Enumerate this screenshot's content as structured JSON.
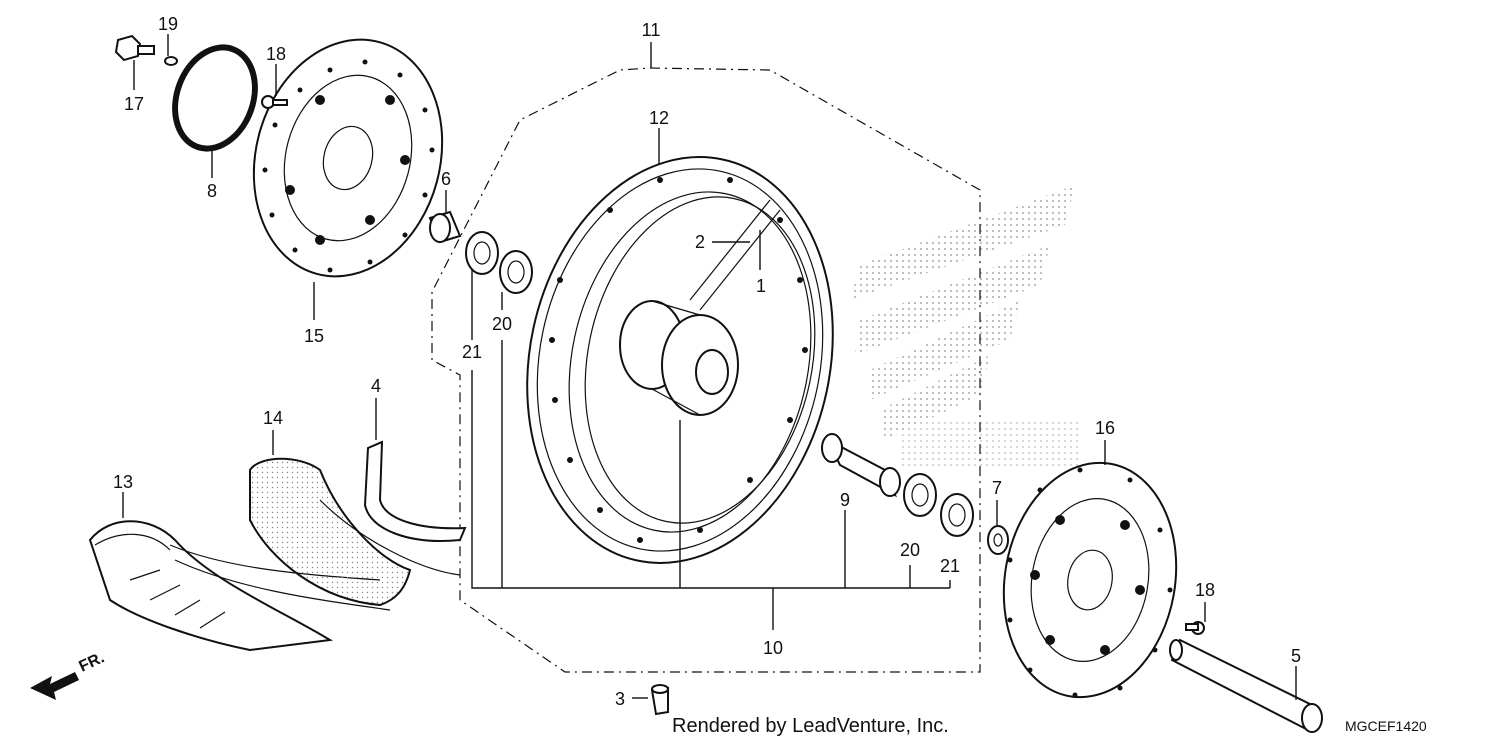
{
  "callouts": {
    "c1": "1",
    "c2": "2",
    "c3": "3",
    "c4": "4",
    "c5": "5",
    "c6": "6",
    "c7": "7",
    "c8": "8",
    "c9": "9",
    "c10": "10",
    "c11": "11",
    "c12": "12",
    "c13": "13",
    "c14": "14",
    "c15": "15",
    "c16": "16",
    "c17": "17",
    "c18a": "18",
    "c18b": "18",
    "c19": "19",
    "c20a": "20",
    "c20b": "20",
    "c21a": "21",
    "c21b": "21"
  },
  "front_indicator": "FR.",
  "credit": "Rendered by LeadVenture, Inc.",
  "diagram_code": "MGCEF1420",
  "colors": {
    "ink": "#111111",
    "background": "#ffffff",
    "watermark": "#b8b8b8"
  }
}
